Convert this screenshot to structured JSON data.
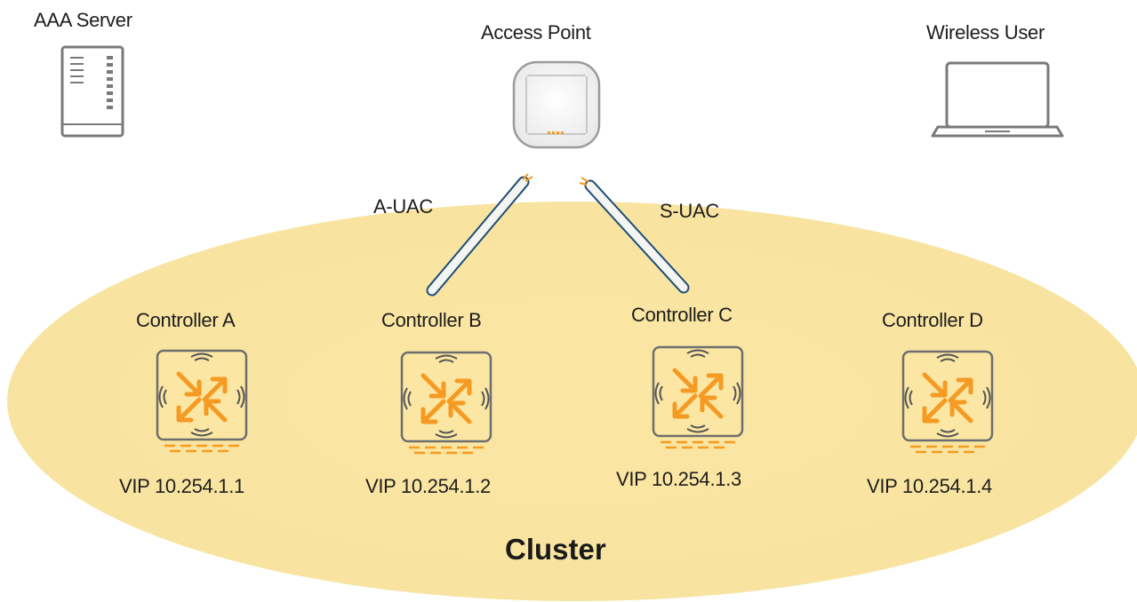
{
  "nodes": {
    "aaa_server": {
      "label": "AAA Server",
      "icon": "server-icon"
    },
    "access_point": {
      "label": "Access Point",
      "icon": "access-point-icon"
    },
    "wireless_user": {
      "label": "Wireless User",
      "icon": "laptop-icon"
    }
  },
  "links": {
    "a_uac": {
      "label": "A-UAC",
      "icon": "cable-icon"
    },
    "s_uac": {
      "label": "S-UAC",
      "icon": "cable-icon"
    }
  },
  "cluster": {
    "label": "Cluster",
    "fill_color": "#fbe9a6",
    "controllers": [
      {
        "name": "Controller A",
        "vip": "VIP 10.254.1.1"
      },
      {
        "name": "Controller B",
        "vip": "VIP 10.254.1.2"
      },
      {
        "name": "Controller C",
        "vip": "VIP 10.254.1.3"
      },
      {
        "name": "Controller D",
        "vip": "VIP 10.254.1.4"
      }
    ]
  },
  "colors": {
    "accent_orange": "#f59a23",
    "device_gray": "#6e6e6e",
    "cable_blue": "#1f4e79"
  }
}
